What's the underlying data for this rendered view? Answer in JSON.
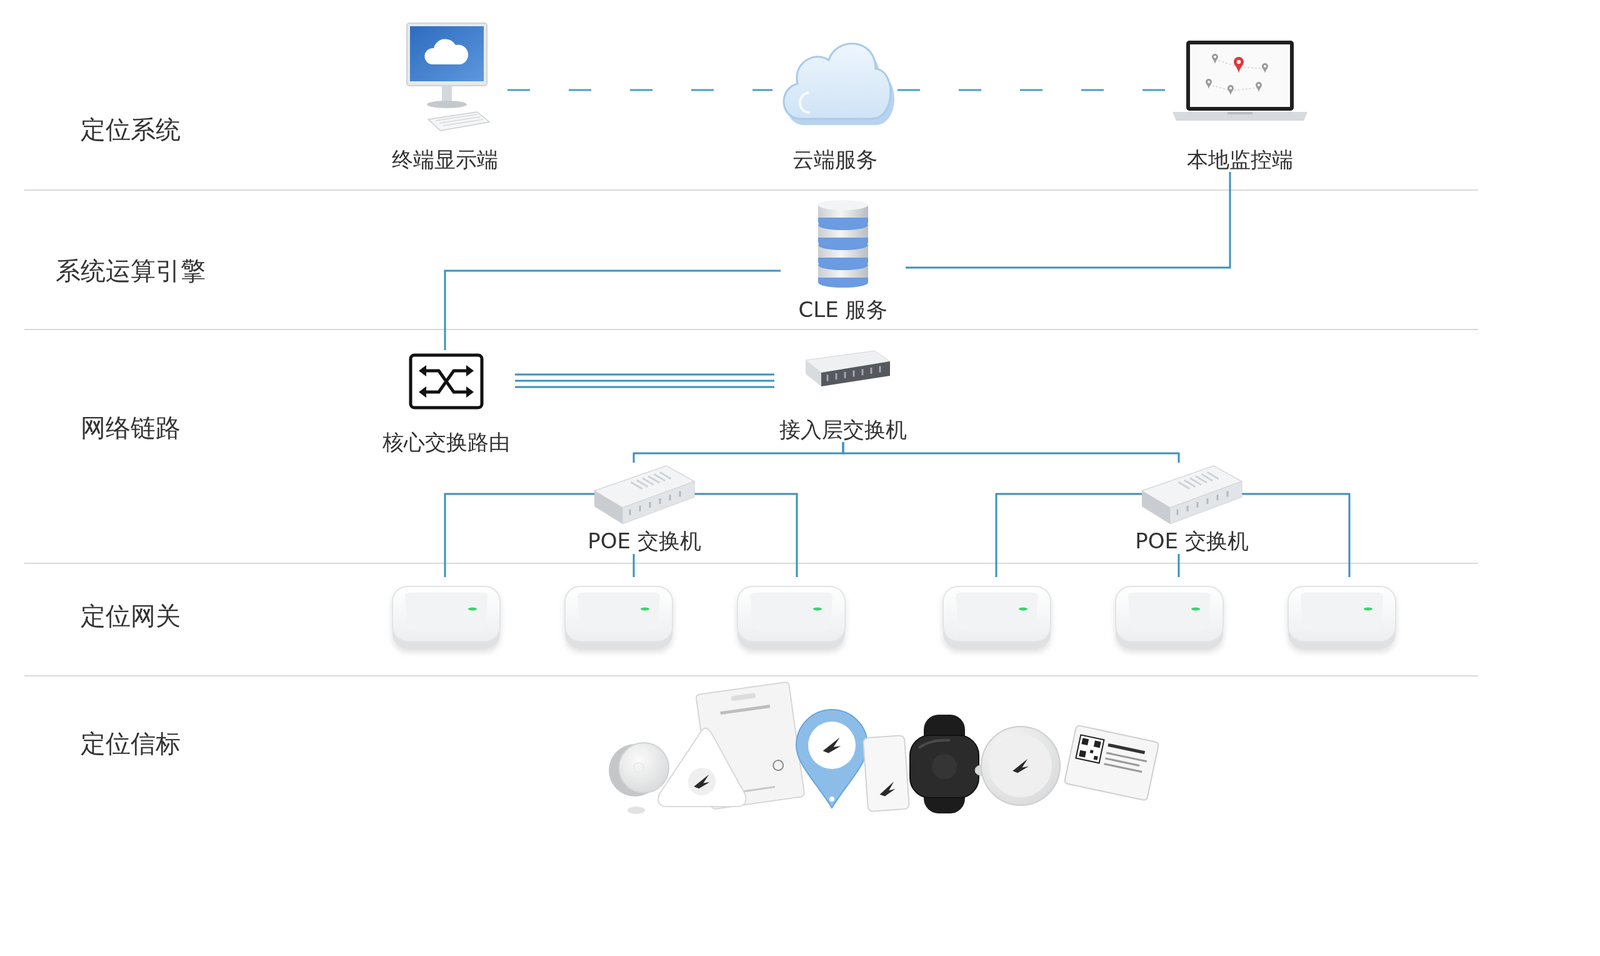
{
  "diagram": {
    "nodes": [
      {
        "text": [
          "终端显示端"
        ]
      },
      {
        "text": [
          "云端服务"
        ]
      },
      {
        "text": [
          "本地监控端"
        ]
      },
      {
        "text": [
          "CLE 服务"
        ]
      },
      {
        "text": [
          "核心交换路由"
        ]
      },
      {
        "text": [
          "接入层交换机"
        ]
      },
      {
        "text": [
          "POE 交换机"
        ]
      },
      {
        "text": [
          "POE 交换机"
        ]
      }
    ],
    "edges": [
      {
        "from": 0,
        "to": 1,
        "arrow": "none"
      },
      {
        "from": 1,
        "to": 2,
        "arrow": "none"
      },
      {
        "from": 2,
        "to": 3,
        "arrow": "none"
      },
      {
        "from": 3,
        "to": 4,
        "arrow": "none"
      },
      {
        "from": 4,
        "to": 5,
        "arrow": "none"
      },
      {
        "from": 5,
        "to": 6,
        "arrow": "none"
      },
      {
        "from": 5,
        "to": 7,
        "arrow": "none"
      }
    ],
    "labels": [
      "定位系统",
      "系统运算引擎",
      "网络链路",
      "定位网关",
      "定位信标"
    ]
  }
}
